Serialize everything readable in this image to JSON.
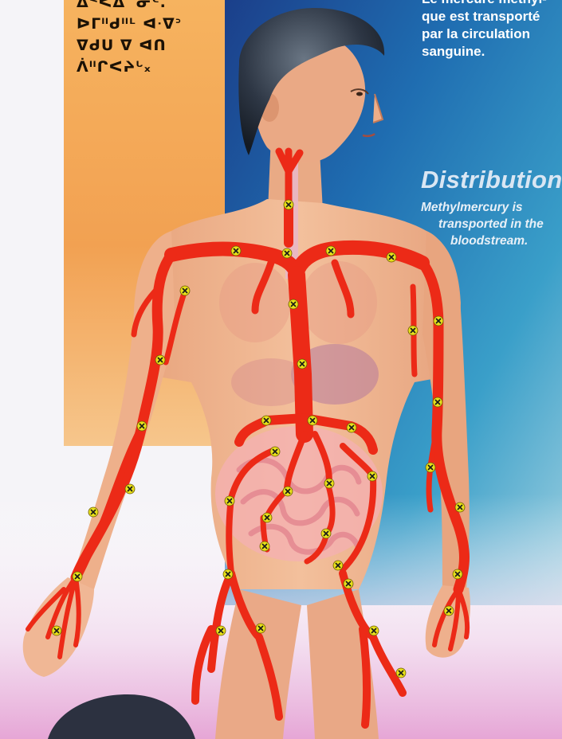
{
  "inuktitut_lines": [
    "ᐃᑉᐸᐃᓐᓂᑦ.",
    "ᐅᒥᐦᑯᐦᒻ ᐊᐧᐁᐣ",
    "ᐁᑯᑌ ᐁ ᐊᑎ",
    "ᐲᐦᒋᐸᔨᒡ᙮"
  ],
  "french_lines": [
    "Le mercure méthyl-",
    "que est transporté",
    "par la circulation",
    "sanguine."
  ],
  "english_title": "Distribution",
  "english_lines": [
    "Methylmercury is",
    "transported in the",
    "bloodstream."
  ],
  "colors": {
    "orange_panel": "#f2a455",
    "sky_blue": "#1f6fb0",
    "blood_red": "#ec2a17",
    "skin": "#efb48d",
    "marker_yellow": "#e8e01a"
  }
}
